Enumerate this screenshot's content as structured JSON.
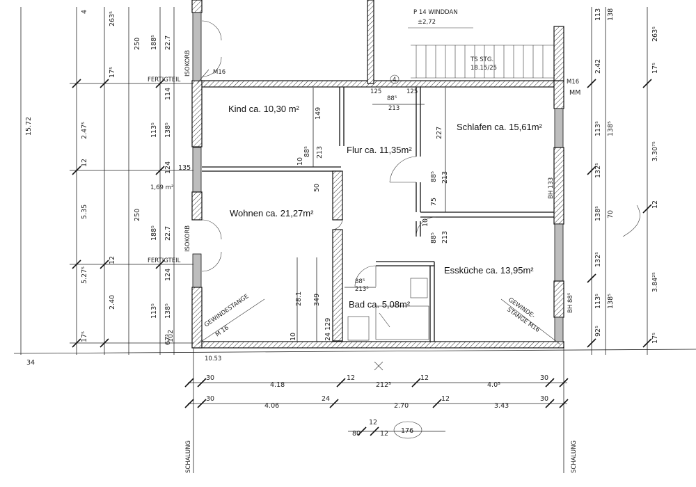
{
  "rooms": [
    {
      "id": "kind",
      "label": "Kind ca. 10,30 m²"
    },
    {
      "id": "schlafen",
      "label": "Schlafen ca. 15,61m²"
    },
    {
      "id": "flur",
      "label": "Flur ca. 11,35m²"
    },
    {
      "id": "wohnen",
      "label": "Wohnen ca. 21,27m²"
    },
    {
      "id": "esskueche",
      "label": "Essküche ca. 13,95m²"
    },
    {
      "id": "bad",
      "label": "Bad ca. 5,08m²"
    }
  ],
  "annotations": {
    "fertigteil_top": "FERTIGTEIL",
    "fertigteil_mid": "FERTIGTEIL",
    "isokorb_top": "ISOKORB",
    "isokorb_mid": "ISOKORB",
    "m16_top_left": "M16",
    "m16_top_right": "M16",
    "gewindestange_left": "GEWINDESTANGE",
    "m16_bottom_left": "M 16",
    "gewinde_right": "GEWINDE-",
    "stange_right": "STANGE M16",
    "schalung_left": "SCHALUNG",
    "schalung_right": "SCHALUNG",
    "stair_text_1": "TS STG.",
    "stair_text_2": "18.15/25",
    "top_note_1": "P 14 WINDDAN",
    "top_note_2": "±2,72",
    "circle_number": "4",
    "signature": "MM",
    "bh133": "BH 133",
    "bh885": "BH 88⁵",
    "area_small": "1,69 m²",
    "bath_dims": "88⁵",
    "bath_dims2": "213⁵"
  },
  "dims_bottom_row1": [
    "30",
    "4.18",
    "12",
    "212⁵",
    "12",
    "4.0⁵",
    "30"
  ],
  "dims_bottom_row2": [
    "30",
    "4.06",
    "24",
    "2.70",
    "12",
    "3.43",
    "30"
  ],
  "dims_bottom_row3": [
    "12",
    "80",
    "12",
    "176"
  ],
  "dims_left_outer": [
    "15.72",
    "2.47⁵",
    "5.35",
    "5.27⁵",
    "2.40"
  ],
  "dims_left_col2": [
    "4",
    "17⁵",
    "12",
    "12",
    "17⁵"
  ],
  "dims_left_col3": [
    "263⁵",
    "250",
    "250"
  ],
  "dims_left_col4": [
    "188⁵",
    "22.7",
    "114",
    "113⁵",
    "138⁵",
    "124",
    "135",
    "188⁵",
    "22.7",
    "124",
    "113⁵",
    "138⁵",
    "67⁵"
  ],
  "dims_right": [
    "113",
    "138",
    "263⁵",
    "2.42",
    "17⁵",
    "113⁵",
    "138⁵",
    "132⁵",
    "3.30⁷⁵",
    "12",
    "138⁵",
    "70",
    "132⁵",
    "3.84²⁵",
    "113⁵",
    "138⁵",
    "92⁵",
    "17⁵"
  ],
  "dims_interior": [
    "149",
    "88⁵",
    "213",
    "10",
    "50",
    "227",
    "88⁵",
    "213",
    "75",
    "10",
    "88⁵",
    "213",
    "28.1",
    "349",
    "10",
    "24 129",
    "125",
    "88⁵",
    "213",
    "125",
    "102",
    "10.53",
    "34"
  ]
}
